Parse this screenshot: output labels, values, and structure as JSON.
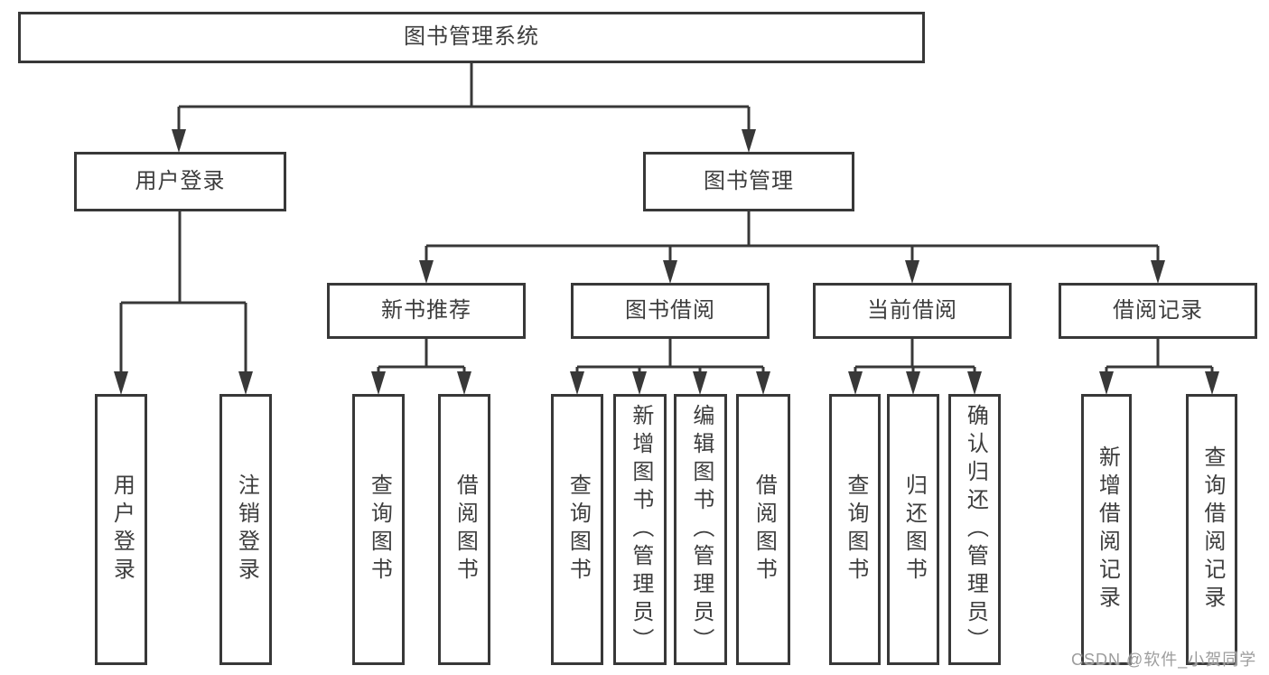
{
  "title": "图书管理系统",
  "watermark": "CSDN @软件_小贺同学",
  "colors": {
    "line": "#383838",
    "text": "#3d3d3d",
    "box_fill": "#ffffff",
    "watermark_gray": "#9d9d9d"
  },
  "nodes": {
    "root": "图书管理系统",
    "user_login": "用户登录",
    "book_management": "图书管理",
    "new_book_recommend": "新书推荐",
    "book_borrow": "图书借阅",
    "current_borrow": "当前借阅",
    "borrow_records": "借阅记录",
    "ul_user_login": "用户登录",
    "ul_logout": "注销登录",
    "rec_query_book": "查询图书",
    "rec_borrow_book": "借阅图书",
    "bb_query_book": "查询图书",
    "bb_add_book": "新增图书（管理员）",
    "bb_edit_book": "编辑图书（管理员）",
    "bb_borrow_book": "借阅图书",
    "cb_query_book": "查询图书",
    "cb_return_book": "归还图书",
    "cb_confirm_return": "确认归还（管理员）",
    "br_add_record": "新增借阅记录",
    "br_query_record": "查询借阅记录"
  },
  "tree": {
    "图书管理系统": {
      "用户登录": [
        "用户登录",
        "注销登录"
      ],
      "图书管理": {
        "新书推荐": [
          "查询图书",
          "借阅图书"
        ],
        "图书借阅": [
          "查询图书",
          "新增图书（管理员）",
          "编辑图书（管理员）",
          "借阅图书"
        ],
        "当前借阅": [
          "查询图书",
          "归还图书",
          "确认归还（管理员）"
        ],
        "借阅记录": [
          "新增借阅记录",
          "查询借阅记录"
        ]
      }
    }
  }
}
